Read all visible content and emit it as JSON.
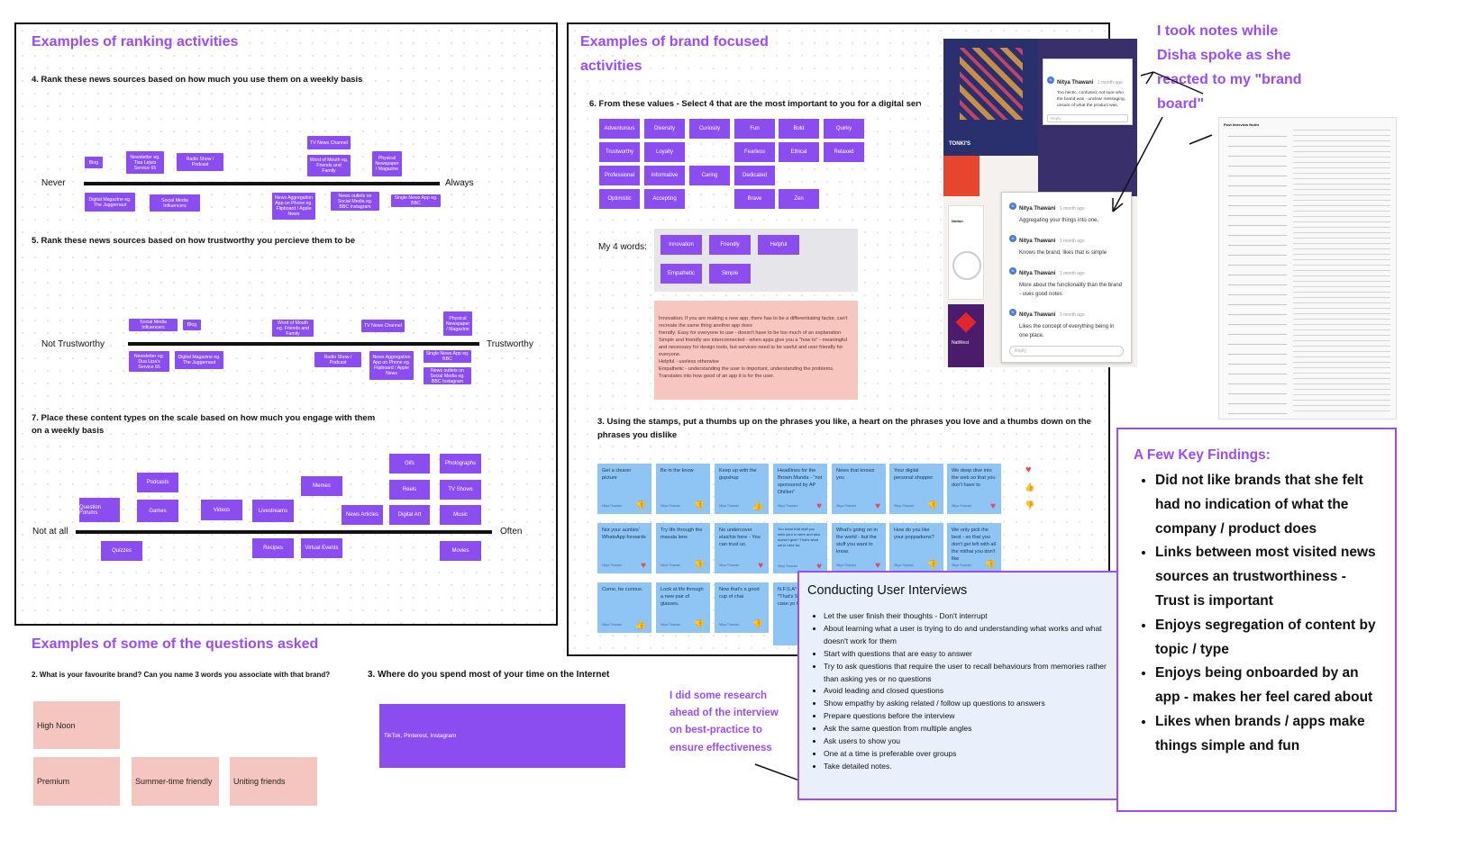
{
  "ranking": {
    "title": "Examples of ranking activities",
    "q4": "4. Rank these news sources based on how much you use them on a weekly basis",
    "q4_left": "Never",
    "q4_right": "Always",
    "q4_chips": [
      "Blog",
      "Newsletter eg. Tisa Lejuis Service 65",
      "Radio Show / Podcast",
      "TV News Channel",
      "Word of Mouth eg. Friends and Family",
      "Physical Newspaper / Magazine",
      "Digital Magazine eg. The Juggernaut",
      "Social Media Influencers",
      "News Aggregation App on Phone eg. Flipboard / Apple News",
      "News outlets on Social Media eg. BBC Instagram",
      "Single News App eg. BBC"
    ],
    "q5": "5. Rank these news sources based on how trustworthy you percieve them to be",
    "q5_left": "Not Trustworthy",
    "q5_right": "Trustworthy",
    "q5_chips": [
      "Social Media Influencers",
      "Blog",
      "Word of Mouth eg. Friends and Family",
      "TV News Channel",
      "Physical Newspaper / Magazine",
      "Newsletter eg. Dua Lipa's Service 65",
      "Digital Magazine eg. The Juggernaut",
      "Radio Show / Podcast",
      "News Aggregation App on Phone eg. Flipboard / Apple News",
      "Single News App eg. BBC",
      "News outlets on Social Media eg. BBC Instagram"
    ],
    "q7_line1": "7. Place these content types on the scale based on how much you engage with them",
    "q7_line2": "on a weekly basis",
    "q7_left": "Not at all",
    "q7_right": "Often",
    "q7_chips": [
      "Gifs",
      "Photographs",
      "Podcasts",
      "Memes",
      "Reels",
      "TV Shows",
      "Question Forums",
      "Games",
      "Videos",
      "Livestreams",
      "News Articles",
      "Digital Art",
      "Music",
      "Quizzes",
      "Recipes",
      "Virtual Events",
      "Movies"
    ]
  },
  "brand": {
    "title_line1": "Examples of brand focused",
    "title_line2": "activities",
    "q6": "6. From these values - Select 4 that are the most important to you for a digital serv",
    "values": [
      "Adventurous",
      "Diversity",
      "Curiosity",
      "Fun",
      "Bold",
      "Quirky",
      "Trustworthy",
      "Loyalty",
      "Fearless",
      "Ethical",
      "Relaxed",
      "Professional",
      "Informative",
      "Caring",
      "Dedicated",
      "Optimistic",
      "Accepting",
      "Brave",
      "Zen"
    ],
    "my4_label": "My 4 words:",
    "my4": [
      "Innovation",
      "Friendly",
      "Helpful",
      "Empathetic",
      "Simple"
    ],
    "notes_text": "Innovation: If you are making a new app, there has to be a differentiating factor, can't recreate the same thing another app does\nfriendly: Easy for everyone to use - doesn't have to be too much of an explanation\nSimple and friendly are interconnected - when apps give you a \"how to\" - meaningful and necessary for design tools, but services need to be useful and user friendly for everyone.\nHelpful - useless otherwise\nEmpathetic - understanding the user is important, understanding the problems. Translates into how good of an app it is for the user.",
    "q3_line1": "3. Using the stamps, put a thumbs up on the phrases you like, a heart on the phrases you love and a thumbs down on the",
    "q3_line2": "phrases you dislike",
    "notes": [
      {
        "text": "Get a clearer picture",
        "stamp": "👎"
      },
      {
        "text": "Be in the know",
        "stamp": "👎"
      },
      {
        "text": "Keep up with the gupshup",
        "stamp": "👍"
      },
      {
        "text": "Headlines for the Brown Munda - \"not sponsored by AP Dhillon\"",
        "stamp": "♥"
      },
      {
        "text": "News that knows you",
        "stamp": "♥"
      },
      {
        "text": "Your digital personal shopper",
        "stamp": "👎"
      },
      {
        "text": "We deep dive into the web so that you don't have to",
        "stamp": "♥"
      },
      {
        "text": "Not your aunties' WhatsApp forwards",
        "stamp": "♥"
      },
      {
        "text": "Try life through the masala lens",
        "stamp": "👎"
      },
      {
        "text": "No undercover elaichis here - You can trust us.",
        "stamp": "♥"
      },
      {
        "text": "You know that stuff you wish your tv were and also doesn't give? That's what we're here for.",
        "stamp": "♥"
      },
      {
        "text": "What's going on in the world - but the stuff you want to know.",
        "stamp": "♥"
      },
      {
        "text": "How do you like your poppadums?",
        "stamp": "👎"
      },
      {
        "text": "We only pick the best - so that you don't get left with all the mithai you don't like",
        "stamp": "👎"
      },
      {
        "text": "Come, be curious.",
        "stamp": "👍"
      },
      {
        "text": "Look at life through a new pair of glasses.",
        "stamp": "👎"
      },
      {
        "text": "Now that's a good cup of chai",
        "stamp": "👎"
      },
      {
        "text": "N.F.S.A* NSFW *That's South A case yo here",
        "stamp": ""
      }
    ],
    "note_author": "Nitya Thawani",
    "legend": [
      "♥",
      "👍",
      "👎"
    ]
  },
  "comments": {
    "logo": "TONKI'S",
    "top_name": "Nitya Thawani",
    "top_time": "1 month ago",
    "top_body": "Too hectic, confused, not sure who the brand was - unclear messaging, unsure of what the product was.",
    "reply": "Reply",
    "items": [
      {
        "name": "Nitya Thawani",
        "time": "1 month ago",
        "body": "Aggregating your things into one,"
      },
      {
        "name": "Nitya Thawani",
        "time": "1 month ago",
        "body": "Knows the brand, likes that is simple"
      },
      {
        "name": "Nitya Thawani",
        "time": "1 month ago",
        "body": "More about the functionality than the brand - uses good notes"
      },
      {
        "name": "Nitya Thawani",
        "time": "1 month ago",
        "body": "Likes the concept of everything being in one place."
      }
    ],
    "notion_label": "Notion",
    "natwest_label": "NatWest"
  },
  "annotations": {
    "notes_while": "I took notes while Disha spoke as she reacted to my \"brand board\"",
    "research": "I did some research ahead of the interview on best-practice to ensure effectiveness"
  },
  "post_interview": {
    "title": "Post Interview Notes"
  },
  "interviews": {
    "title": "Conducting User Interviews",
    "items": [
      "Let the user finish their thoughts - Don't interrupt",
      "About learning what a user is trying to do and understanding what works and what doesn't work for them",
      "Start with questions that are easy to answer",
      "Try to ask questions that require the user to recall behaviours from memories rather than asking yes or no questions",
      "Avoid leading and closed questions",
      "Show empathy by asking related / follow up questions to answers",
      "Prepare questions before the interview",
      "Ask the same question from multiple angles",
      "Ask users to show you",
      "One at a time is preferable over groups",
      "Take detailed notes."
    ]
  },
  "findings": {
    "title": "A Few  Key Findings:",
    "items": [
      "Did not like brands that she felt had no indication of what the company / product does",
      "Links between most visited news sources an trustworthiness - Trust is important",
      "Enjoys segregation of content by topic / type",
      "Enjoys being onboarded by an app - makes her feel cared about",
      "Likes when brands / apps make things simple and fun"
    ]
  },
  "questions": {
    "title": "Examples of some of the questions asked",
    "q2": "2. What is your favourite brand? Can you name 3 words you associate with that brand?",
    "q3": "3. Where do you spend most of your time on the Internet",
    "answers": [
      "High Noon",
      "Premium",
      "Summer-time friendly",
      "Uniting friends"
    ],
    "internet_answer": "TikTok, Pinterest, Instagram"
  }
}
